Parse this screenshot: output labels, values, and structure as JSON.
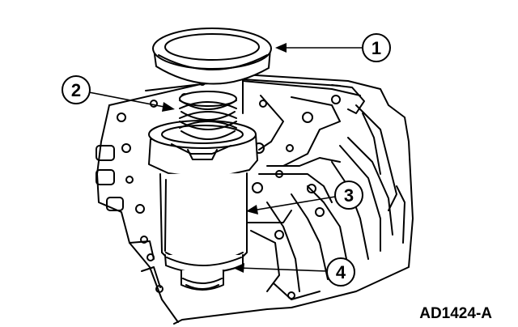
{
  "figure": {
    "id": "AD1424-A",
    "callouts": [
      {
        "label": "1"
      },
      {
        "label": "2"
      },
      {
        "label": "3"
      },
      {
        "label": "4"
      }
    ],
    "colors": {
      "ink": "#000000",
      "paper": "#ffffff"
    }
  }
}
